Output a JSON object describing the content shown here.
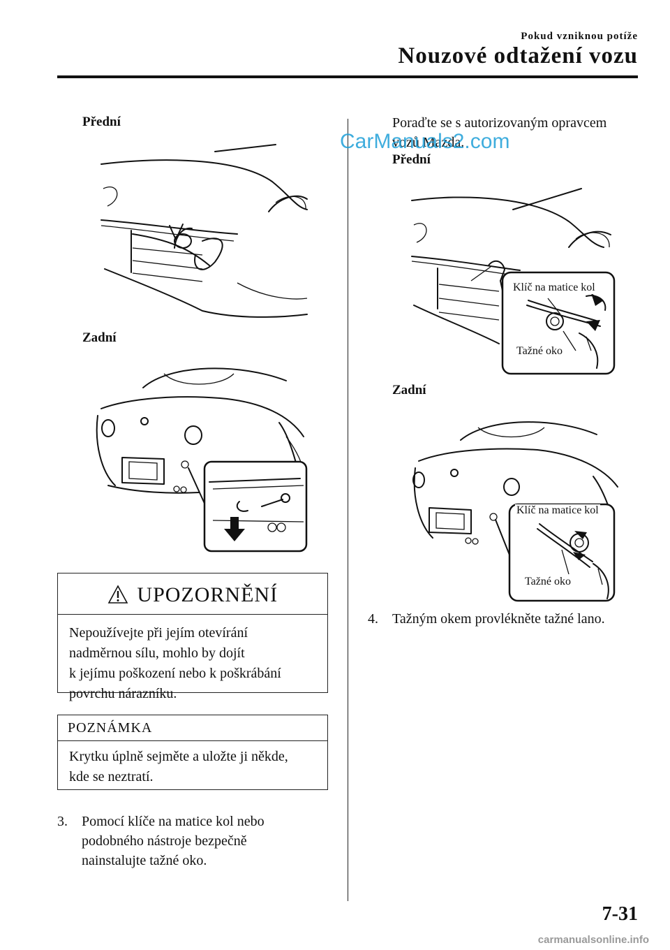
{
  "header": {
    "section": "Pokud vzniknou potíže",
    "title": "Nouzové odtažení vozu"
  },
  "left": {
    "front_label": "Přední",
    "rear_label": "Zadní",
    "warning": {
      "title": "UPOZORNĚNÍ",
      "lines": [
        "Nepoužívejte při jejím otevírání",
        "nadměrnou sílu, mohlo by dojít",
        "k jejímu poškození nebo k poškrábání",
        "povrchu nárazníku."
      ]
    },
    "note": {
      "title": "POZNÁMKA",
      "lines": [
        "Krytku úplně sejměte a uložte ji někde,",
        "kde se neztratí."
      ]
    },
    "step3": {
      "number": "3.",
      "lines": [
        "Pomocí klíče na matice kol nebo",
        "podobného nástroje bezpečně",
        "nainstalujte tažné oko."
      ]
    }
  },
  "right": {
    "intro_lines": [
      "Poraďte se s autorizovaným opravcem",
      "vozů Mazda."
    ],
    "front_label": "Přední",
    "rear_label": "Zadní",
    "callout_wrench": "Klíč na matice kol",
    "callout_eye": "Tažné oko",
    "step4": {
      "number": "4.",
      "text": "Tažným okem provlékněte tažné lano."
    }
  },
  "page_number": "7-31",
  "watermark": "CarManuals2.com",
  "footer_watermark": "carmanualsonline.info"
}
